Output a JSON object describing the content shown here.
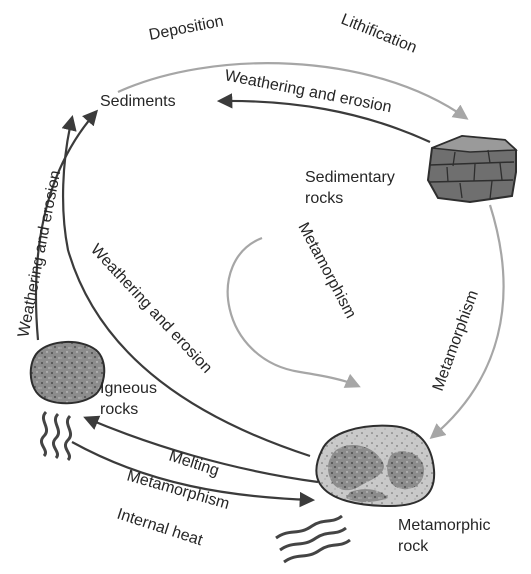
{
  "diagram": {
    "nodes": {
      "sediments": "Sediments",
      "sedimentary_line1": "Sedimentary",
      "sedimentary_line2": "rocks",
      "igneous_line1": "Igneous",
      "igneous_line2": "rocks",
      "metamorphic_line1": "Metamorphic",
      "metamorphic_line2": "rock"
    },
    "processes": {
      "deposition": "Deposition",
      "lithification": "Lithification",
      "weathering_sedimentary": "Weathering and erosion",
      "weathering_igneous": "Weathering and erosion",
      "weathering_metamorphic": "Weathering and erosion",
      "metamorphism_loop": "Metamorphism",
      "metamorphism_right": "Metamorphism",
      "melting": "Melting",
      "metamorphism_bottom": "Metamorphism",
      "internal_heat": "Internal heat"
    }
  }
}
